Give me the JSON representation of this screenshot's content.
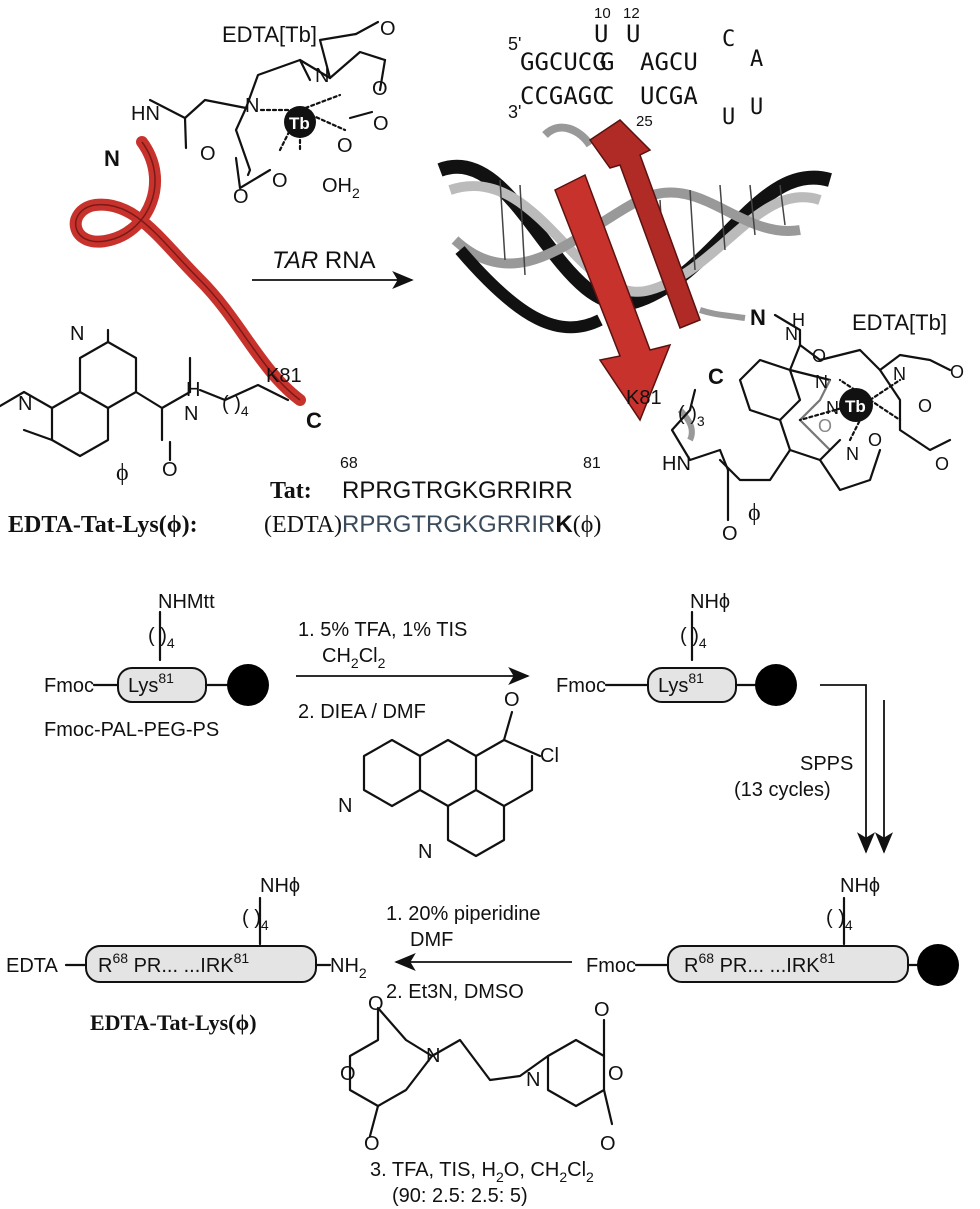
{
  "top": {
    "edta_tb_label_left": "EDTA[Tb]",
    "edta_tb_label_right": "EDTA[Tb]",
    "tb": "Tb",
    "oh2": "OH",
    "oh2_sub": "2",
    "hn": "HN",
    "n_term": "N",
    "c_term": "C",
    "k81": "K81",
    "h": "H",
    "n": "N",
    "o": "O",
    "sub4": "4",
    "sub3": "3",
    "phi": "ϕ",
    "tar_italic": "TAR",
    "tar_rest": " RNA",
    "rna_5prime": "5'",
    "rna_3prime": "3'",
    "rna_top": "GGCUCG",
    "rna_top2": "G",
    "rna_top3": "AGCU",
    "rna_bottom": "CCGAGC",
    "rna_bottom2": "C",
    "rna_bottom3": "UCGA",
    "rna_u10": "U",
    "rna_u12": "U",
    "rna_c": "C",
    "rna_a": "A",
    "rna_u_loop1": "U",
    "rna_u_loop2": "U",
    "num10": "10",
    "num12": "12",
    "num25": "25",
    "num68": "68",
    "num81": "81",
    "tat_label": "Tat:",
    "tat_seq": "RPRGTRGKGRRIRR",
    "edta_tat_label": "EDTA-Tat-Lys(ϕ):",
    "edta_seq_prefix": "(EDTA)",
    "edta_seq": "RPRGTRGKGRRIR",
    "edta_seq_k": "K",
    "edta_seq_suffix": "(ϕ)"
  },
  "scheme": {
    "nhmtt": "NHMtt",
    "nhphi": "NHϕ",
    "sub4": "4",
    "fmoc": "Fmoc",
    "lys": "Lys",
    "sup81": "81",
    "resin_label": "Fmoc-PAL-PEG-PS",
    "step1a": "1. 5% TFA, 1% TIS",
    "step1a_b": "CH",
    "step1a_b_sub": "2",
    "step1a_b2": "Cl",
    "step1a_b2_sub": "2",
    "step1b": "2. DIEA / DMF",
    "cl": "Cl",
    "o": "O",
    "n": "N",
    "spps": "SPPS",
    "cycles": "(13 cycles)",
    "edta": "EDTA",
    "r68": "R",
    "sup68": "68",
    "pr": " PR... ...IRK",
    "nh2": "NH",
    "nh2_sub": "2",
    "step2a": "1. 20% piperidine",
    "step2a_b": "DMF",
    "step2b": "2. Et3N, DMSO",
    "step3": "3. TFA, TIS, H",
    "step3_sub": "2",
    "step3_b": "O, CH",
    "step3_b_sub": "2",
    "step3_c": "Cl",
    "step3_c_sub": "2",
    "step3_ratio": "(90: 2.5: 2.5: 5)",
    "product": "EDTA-Tat-Lys(ϕ)"
  }
}
